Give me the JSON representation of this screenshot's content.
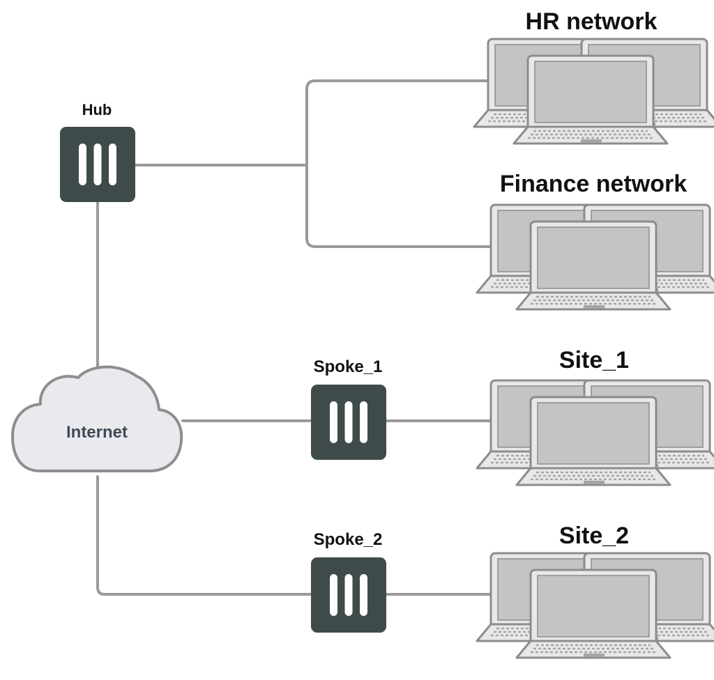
{
  "colors": {
    "background": "#ffffff",
    "device_body": "#3f4b4b",
    "device_bars": "#ffffff",
    "wire": "#9a9a9a",
    "laptop_body": "#e8e8e8",
    "laptop_screen": "#c4c4c4",
    "laptop_outline": "#8c8c8c",
    "cloud_fill": "#e8eaee",
    "cloud_stroke": "#8e8e8e"
  },
  "devices": {
    "hub": {
      "label": "Hub",
      "icon": "fortigate-appliance-icon"
    },
    "spoke_1": {
      "label": "Spoke_1",
      "icon": "fortigate-appliance-icon"
    },
    "spoke_2": {
      "label": "Spoke_2",
      "icon": "fortigate-appliance-icon"
    }
  },
  "cloud": {
    "label": "Internet",
    "icon": "cloud-icon"
  },
  "networks": {
    "hr": {
      "label": "HR network",
      "icon": "laptop-group-icon"
    },
    "finance": {
      "label": "Finance network",
      "icon": "laptop-group-icon"
    },
    "site_1": {
      "label": "Site_1",
      "icon": "laptop-group-icon"
    },
    "site_2": {
      "label": "Site_2",
      "icon": "laptop-group-icon"
    }
  }
}
